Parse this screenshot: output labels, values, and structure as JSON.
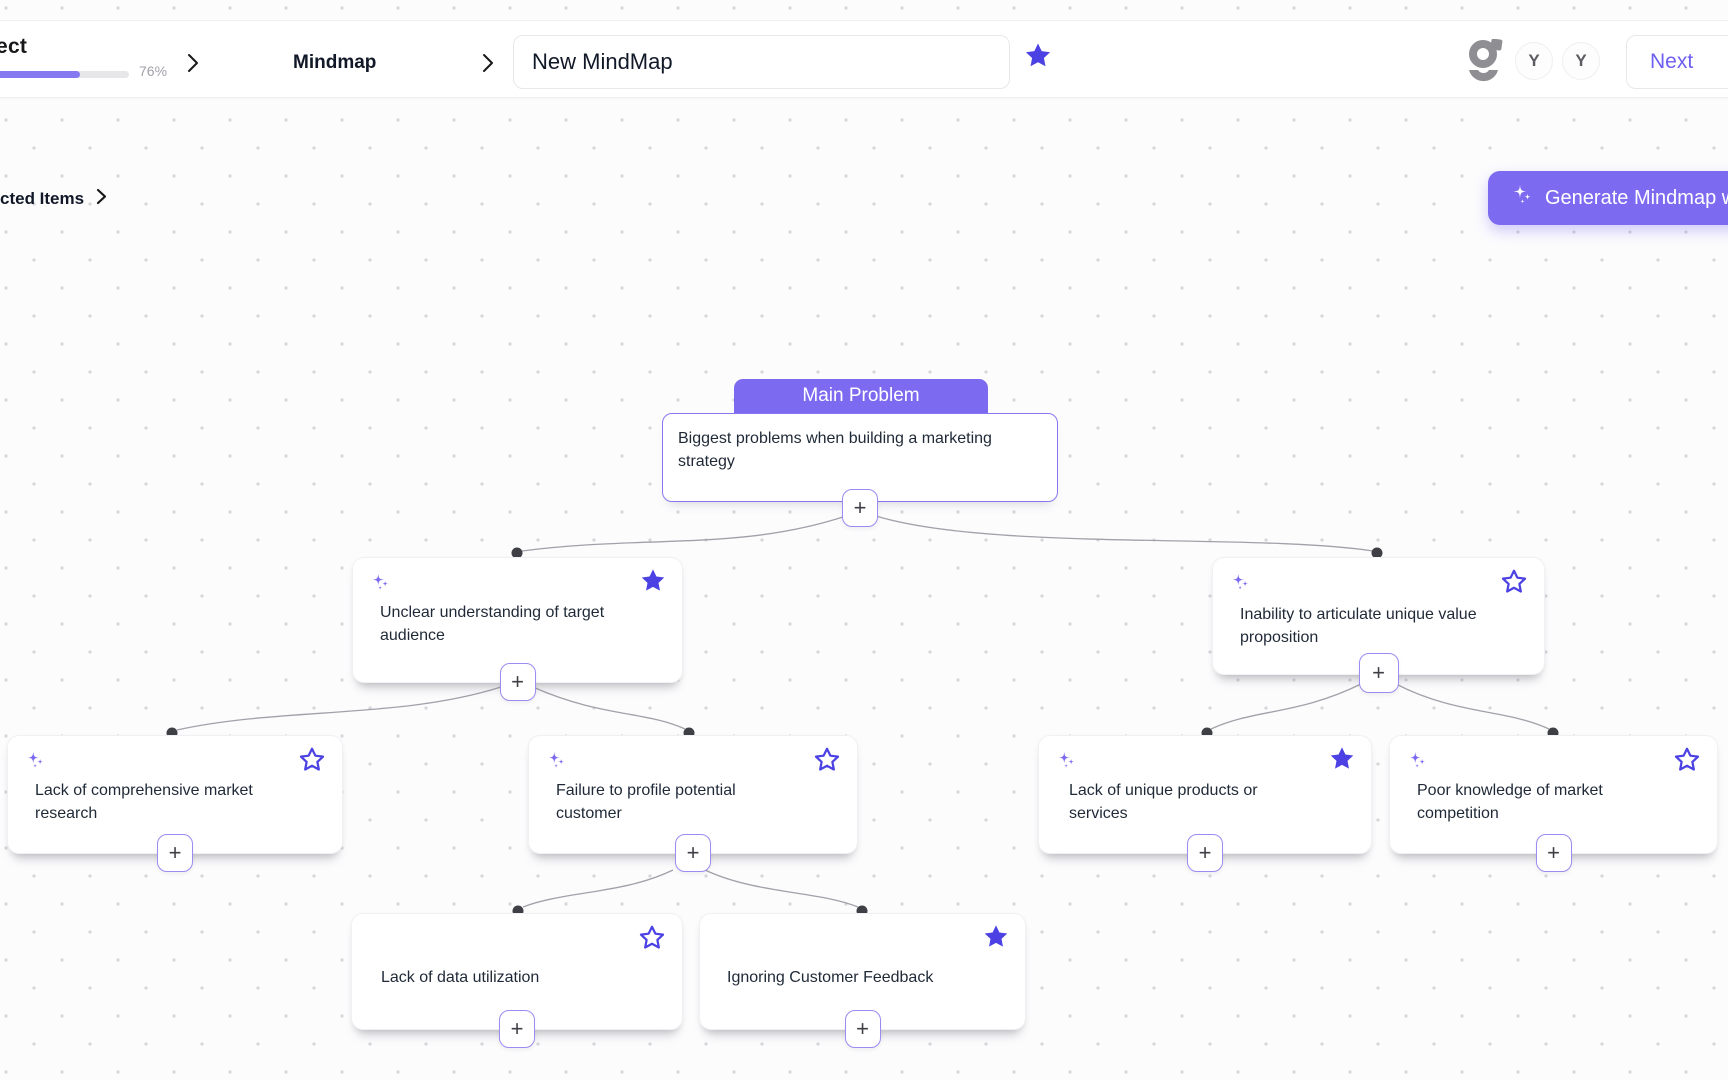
{
  "topbar": {
    "project_label": "oject",
    "progress_value": 76,
    "progress_percent_label": "76%",
    "mindmap_breadcrumb": "Mindmap",
    "title_input_value": "New MindMap",
    "avatars": [
      "Y",
      "Y"
    ],
    "next_button_label": "Next"
  },
  "canvas": {
    "selected_items_label": "cted Items",
    "generate_button_label": "Generate Mindmap w"
  },
  "mindmap": {
    "plus_label": "+",
    "root": {
      "header_label": "Main Problem",
      "text": "Biggest problems when building a marketing strategy"
    },
    "nodes": [
      {
        "text": "Unclear understanding of target audience",
        "star": "filled",
        "sparkle": true
      },
      {
        "text": "Inability to articulate unique value proposition",
        "star": "outline",
        "sparkle": true
      },
      {
        "text": "Lack of comprehensive market research",
        "star": "outline",
        "sparkle": true
      },
      {
        "text": "Failure to profile potential customer",
        "star": "outline",
        "sparkle": true
      },
      {
        "text": "Lack of unique products or services",
        "star": "filled",
        "sparkle": true
      },
      {
        "text": "Poor knowledge of market competition",
        "star": "outline",
        "sparkle": true
      },
      {
        "text": "Lack of data utilization",
        "star": "outline",
        "sparkle": false
      },
      {
        "text": "Ignoring Customer Feedback",
        "star": "filled",
        "sparkle": false
      }
    ]
  },
  "colors": {
    "accent_purple": "#7C6AF0",
    "star_indigo": "#4C42E3",
    "connector_gray": "#A1A1AA",
    "connector_dot": "#3F3F46",
    "progress_fill": "#8678F0"
  }
}
